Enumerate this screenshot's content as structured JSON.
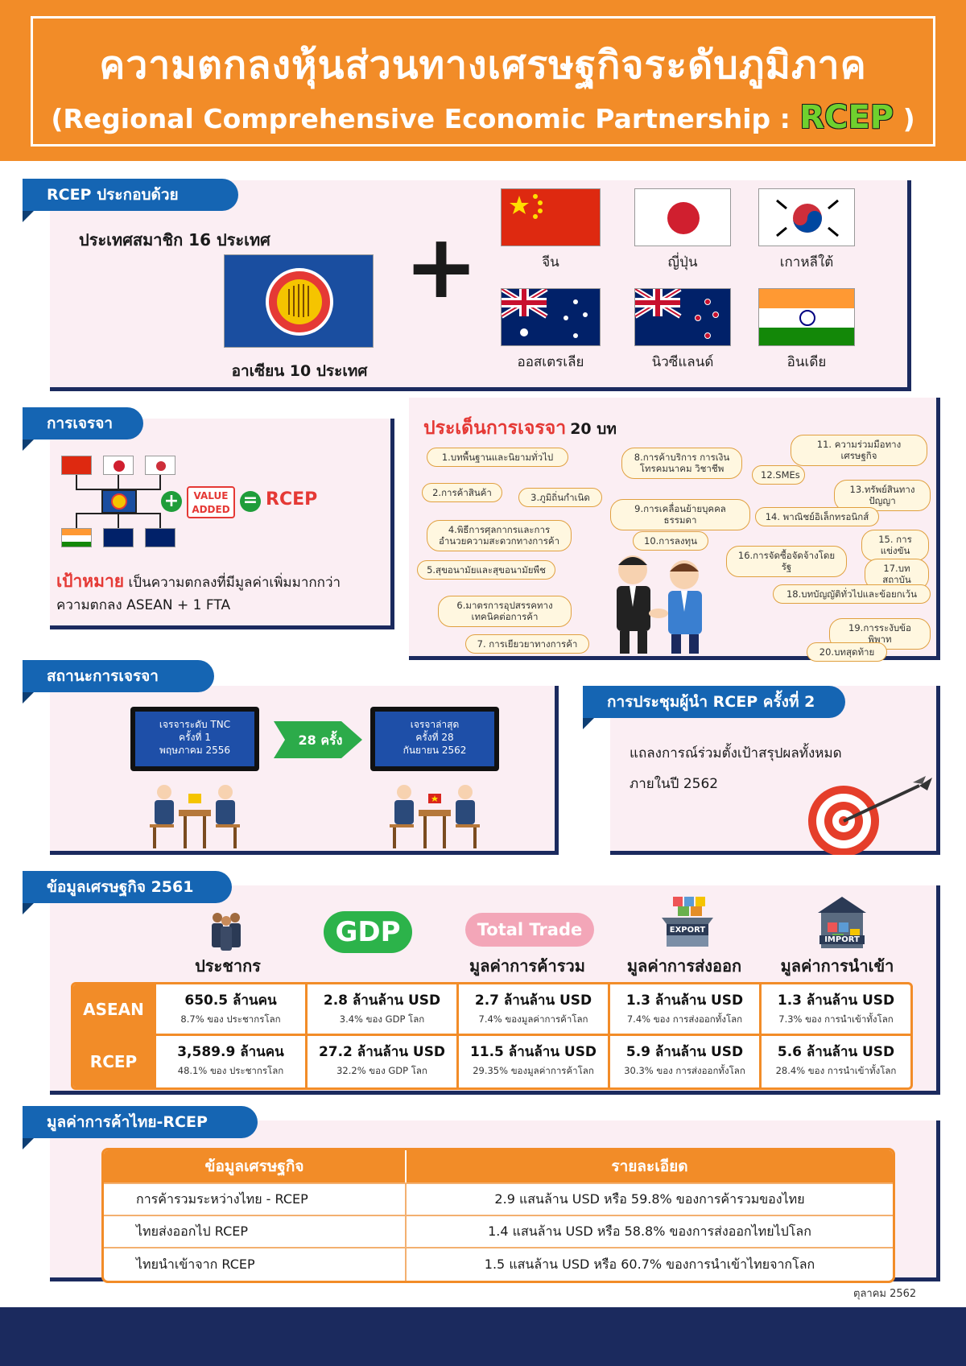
{
  "header": {
    "title_th": "ความตกลงหุ้นส่วนทางเศรษฐกิจระดับภูมิภาค",
    "title_en_prefix": "(Regional Comprehensive Economic Partnership : ",
    "title_en_rcep": "RCEP",
    "title_en_suffix": " )"
  },
  "members": {
    "tag": "RCEP ประกอบด้วย",
    "subtitle": "ประเทศสมาชิก 16 ประเทศ",
    "asean_label": "อาเซียน 10 ประเทศ",
    "plus": "+",
    "countries": [
      "จีน",
      "ญี่ปุ่น",
      "เกาหลีใต้",
      "ออสเตรเลีย",
      "นิวซีแลนด์",
      "อินเดีย"
    ]
  },
  "negotiation": {
    "tag": "การเจรจา",
    "value_added_1": "VALUE",
    "value_added_2": "ADDED",
    "equals_rcep": "RCEP",
    "goal_label": "เป้าหมาย",
    "goal_text": "เป็นความตกลงที่มีมูลค่าเพิ่มมากกว่า",
    "goal_text2": "ความตกลง ASEAN + 1 FTA"
  },
  "topics": {
    "title": "ประเด็นการเจรจา",
    "count": "20 บท",
    "items": [
      "1.บทพื้นฐานและนิยามทั่วไป",
      "2.การค้าสินค้า",
      "3.ภูมิถิ่นกำเนิด",
      "4.พิธีการศุลกากรและการอำนวยความสะดวกทางการค้า",
      "5.สุขอนามัยและสุขอนามัยพืช",
      "6.มาตรการอุปสรรคทางเทคนิคต่อการค้า",
      "7. การเยียวยาทางการค้า",
      "8.การค้าบริการ การเงิน โทรคมนาคม วิชาชีพ",
      "9.การเคลื่อนย้ายบุคคลธรรมดา",
      "10.การลงทุน",
      "11. ความร่วมมือทางเศรษฐกิจ",
      "12.SMEs",
      "13.ทรัพย์สินทางปัญญา",
      "14. พาณิชย์อิเล็กทรอนิกส์",
      "15. การแข่งขัน",
      "16.การจัดซื้อจัดจ้างโดยรัฐ",
      "17.บทสถาบัน",
      "18.บทบัญญัติทั่วไปและข้อยกเว้น",
      "19.การระงับข้อพิพาท",
      "20.บทสุดท้าย"
    ]
  },
  "status": {
    "tag": "สถานะการเจรจา",
    "first_line1": "เจรจาระดับ TNC",
    "first_line2": "ครั้งที่ 1",
    "first_line3": "พฤษภาคม 2556",
    "arrow": "28 ครั้ง",
    "last_line1": "เจรจาล่าสุด",
    "last_line2": "ครั้งที่ 28",
    "last_line3": "กันยายน 2562"
  },
  "summit": {
    "tag": "การประชุมผู้นำ RCEP ครั้งที่ 2",
    "text1": "แถลงการณ์ร่วมตั้งเป้าสรุปผลทั้งหมด",
    "text2": "ภายในปี 2562"
  },
  "economy": {
    "tag": "ข้อมูลเศรษฐกิจ 2561",
    "gdp_badge": "GDP",
    "trade_badge": "Total Trade",
    "export_badge": "EXPORT",
    "import_badge": "IMPORT",
    "headers": [
      "ประชากร",
      "",
      "มูลค่าการค้ารวม",
      "มูลค่าการส่งออก",
      "มูลค่าการนำเข้า"
    ],
    "rows": [
      {
        "name": "ASEAN",
        "cells": [
          {
            "big": "650.5 ล้านคน",
            "small": "8.7% ของ ประชากรโลก"
          },
          {
            "big": "2.8 ล้านล้าน USD",
            "small": "3.4% ของ GDP โลก"
          },
          {
            "big": "2.7 ล้านล้าน USD",
            "small": "7.4% ของมูลค่าการค้าโลก"
          },
          {
            "big": "1.3 ล้านล้าน USD",
            "small": "7.4% ของ การส่งออกทั้งโลก"
          },
          {
            "big": "1.3 ล้านล้าน USD",
            "small": "7.3% ของ การนำเข้าทั้งโลก"
          }
        ]
      },
      {
        "name": "RCEP",
        "cells": [
          {
            "big": "3,589.9 ล้านคน",
            "small": "48.1% ของ ประชากรโลก"
          },
          {
            "big": "27.2 ล้านล้าน USD",
            "small": "32.2% ของ GDP โลก"
          },
          {
            "big": "11.5 ล้านล้าน USD",
            "small": "29.35% ของมูลค่าการค้าโลก"
          },
          {
            "big": "5.9 ล้านล้าน USD",
            "small": "30.3% ของ การส่งออกทั้งโลก"
          },
          {
            "big": "5.6 ล้านล้าน USD",
            "small": "28.4% ของ การนำเข้าทั้งโลก"
          }
        ]
      }
    ]
  },
  "trade": {
    "tag": "มูลค่าการค้าไทย-RCEP",
    "col1": "ข้อมูลเศรษฐกิจ",
    "col2": "รายละเอียด",
    "rows": [
      {
        "label": "การค้ารวมระหว่างไทย - RCEP",
        "value": "2.9 แสนล้าน USD หรือ 59.8% ของการค้ารวมของไทย"
      },
      {
        "label": "ไทยส่งออกไป RCEP",
        "value": "1.4 แสนล้าน USD หรือ 58.8% ของการส่งออกไทยไปโลก"
      },
      {
        "label": "ไทยนำเข้าจาก RCEP",
        "value": "1.5 แสนล้าน USD หรือ 60.7% ของการนำเข้าไทยจากโลก"
      }
    ]
  },
  "date": "ตุลาคม 2562",
  "colors": {
    "orange": "#f28c28",
    "navy": "#1b2a5e",
    "blue": "#1565b3",
    "green": "#6fd12e"
  }
}
